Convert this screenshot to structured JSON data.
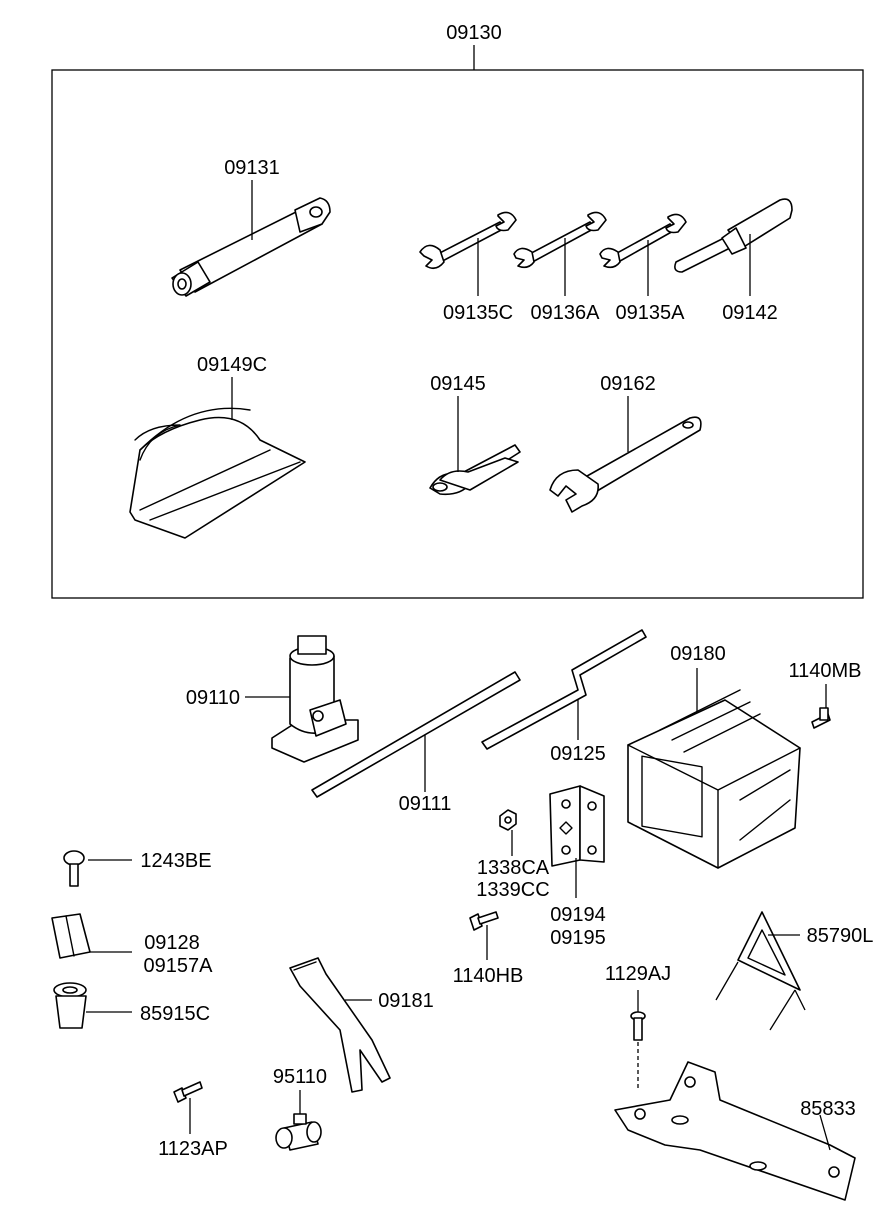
{
  "diagram": {
    "assembly_label": "09130",
    "labels": {
      "l09131": "09131",
      "l09135C": "09135C",
      "l09136A": "09136A",
      "l09135A": "09135A",
      "l09142": "09142",
      "l09149C": "09149C",
      "l09145": "09145",
      "l09162": "09162",
      "l09110": "09110",
      "l09111": "09111",
      "l09125": "09125",
      "l09180": "09180",
      "l1140MB": "1140MB",
      "l1338CA": "1338CA",
      "l1339CC": "1339CC",
      "l09194": "09194",
      "l09195": "09195",
      "l1243BE": "1243BE",
      "l09128": "09128",
      "l09157A": "09157A",
      "l85915C": "85915C",
      "l1140HB": "1140HB",
      "l85790L": "85790L",
      "l1129AJ": "1129AJ",
      "l09181": "09181",
      "l95110": "95110",
      "l1123AP": "1123AP",
      "l85833": "85833"
    }
  }
}
